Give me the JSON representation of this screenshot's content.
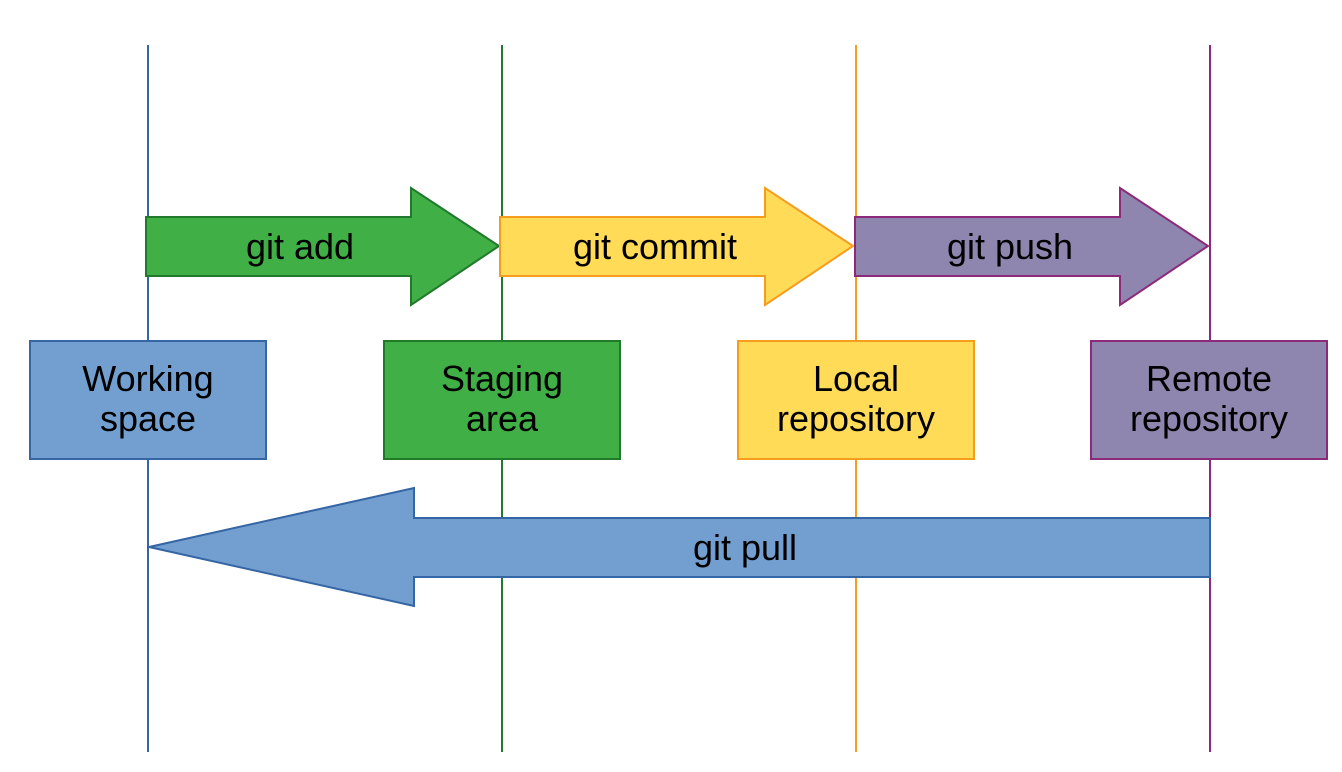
{
  "stages": [
    {
      "id": "working",
      "line1": "Working",
      "line2": "space",
      "fill": "#729fcf",
      "stroke": "#3465a4"
    },
    {
      "id": "staging",
      "line1": "Staging",
      "line2": "area",
      "fill": "#3faf46",
      "stroke": "#217a2c"
    },
    {
      "id": "local",
      "line1": "Local",
      "line2": "repository",
      "fill": "#ffdb58",
      "stroke": "#f59d1d"
    },
    {
      "id": "remote",
      "line1": "Remote",
      "line2": "repository",
      "fill": "#8e86ae",
      "stroke": "#8b2a7a"
    }
  ],
  "commands": {
    "add": {
      "label": "git add",
      "fill": "#3faf46",
      "stroke": "#217a2c"
    },
    "commit": {
      "label": "git commit",
      "fill": "#ffdb58",
      "stroke": "#f59d1d"
    },
    "push": {
      "label": "git push",
      "fill": "#8e86ae",
      "stroke": "#8b2a7a"
    },
    "pull": {
      "label": "git pull",
      "fill": "#729fcf",
      "stroke": "#3465a4"
    }
  }
}
